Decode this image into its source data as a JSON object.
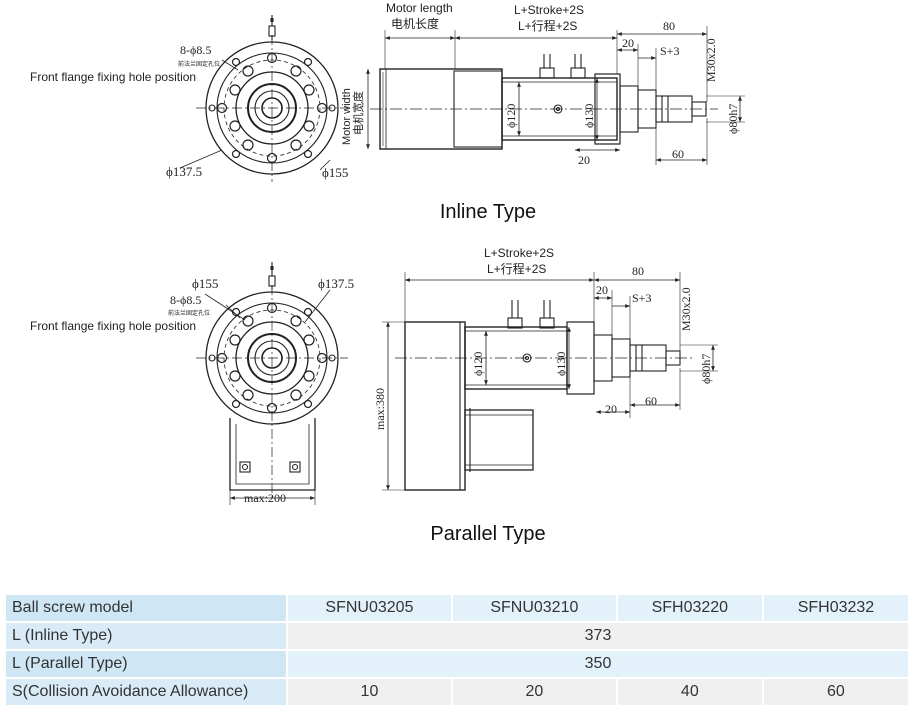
{
  "inline": {
    "title": "Inline Type",
    "hole_label": "8-ϕ8.5",
    "hole_label_cn": "前法兰固定孔位",
    "hole_caption": "Front flange fixing hole position",
    "dia_137": "ϕ137.5",
    "dia_155": "ϕ155",
    "motor_length": "Motor length",
    "motor_length_cn": "电机长度",
    "motor_width": "Motor width",
    "motor_width_cn": "电机宽度",
    "stroke": "L+Stroke+2S",
    "stroke_cn": "L+行程+2S",
    "dim_80": "80",
    "dim_20": "20",
    "dim_s3": "S+3",
    "thread": "M30x2.0",
    "dia_120": "ϕ120",
    "dia_130": "ϕ130",
    "dia_80h7": "ϕ80h7",
    "dim_20b": "20",
    "dim_60": "60"
  },
  "parallel": {
    "title": "Parallel Type",
    "hole_label": "8-ϕ8.5",
    "hole_label_cn": "前法兰固定孔位",
    "hole_caption": "Front flange fixing hole position",
    "dia_155": "ϕ155",
    "dia_137": "ϕ137.5",
    "max_200": "max:200",
    "max_380": "max:380",
    "stroke": "L+Stroke+2S",
    "stroke_cn": "L+行程+2S",
    "dim_80": "80",
    "dim_20": "20",
    "dim_s3": "S+3",
    "thread": "M30x2.0",
    "dia_120": "ϕ120",
    "dia_130": "ϕ130",
    "dia_80h7": "ϕ80h7",
    "dim_20b": "20",
    "dim_60": "60"
  },
  "table": {
    "header": [
      "Ball screw model",
      "SFNU03205",
      "SFNU03210",
      "SFH03220",
      "SFH03232"
    ],
    "row_inline": {
      "label": "L (Inline Type)",
      "value": "373"
    },
    "row_parallel": {
      "label": "L (Parallel Type)",
      "value": "350"
    },
    "row_s": {
      "label": "S(Collision Avoidance Allowance)",
      "values": [
        "10",
        "20",
        "40",
        "60"
      ]
    }
  }
}
